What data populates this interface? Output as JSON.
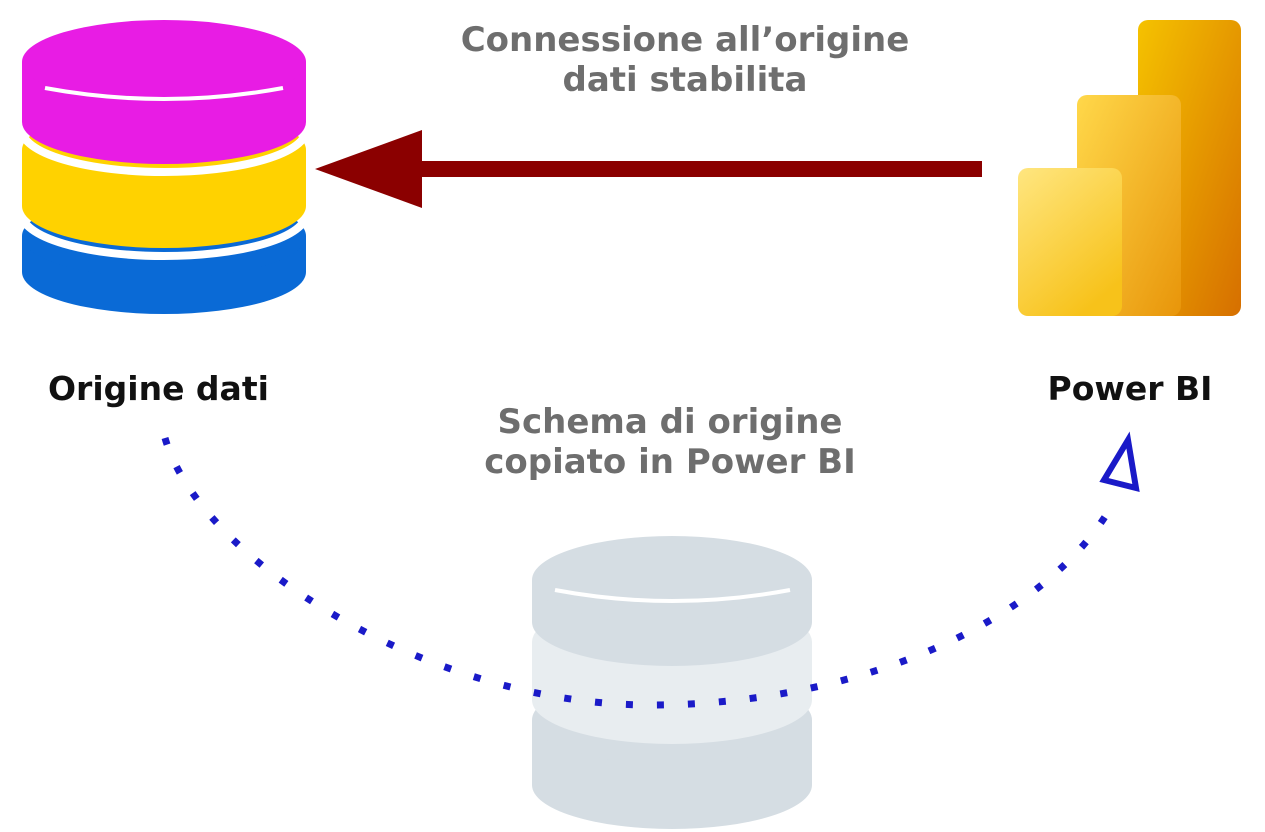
{
  "diagram": {
    "connection_label": "Connessione all’origine dati stabilita",
    "connection_label_lines": [
      "Connessione all’origine",
      "dati stabilita"
    ],
    "schema_label_lines": [
      "Schema di origine",
      "copiato in Power BI"
    ],
    "source_name": "Origine dati",
    "target_name": "Power BI"
  },
  "colors": {
    "db_top": "#e81ce4",
    "db_middle": "#ffd200",
    "db_bottom": "#0a6ad6",
    "arrow": "#8b0000",
    "dotted_path": "#1a1ac8",
    "ghost_db": "#d5dde3",
    "label_gray": "#6e6e6e",
    "label_dark": "#111111",
    "powerbi_light": "#ffd23c",
    "powerbi_mid": "#f2b01e",
    "powerbi_dark": "#e08a00"
  },
  "icons": {
    "source": "database-icon",
    "target": "power-bi-logo-icon",
    "schema": "database-icon"
  }
}
